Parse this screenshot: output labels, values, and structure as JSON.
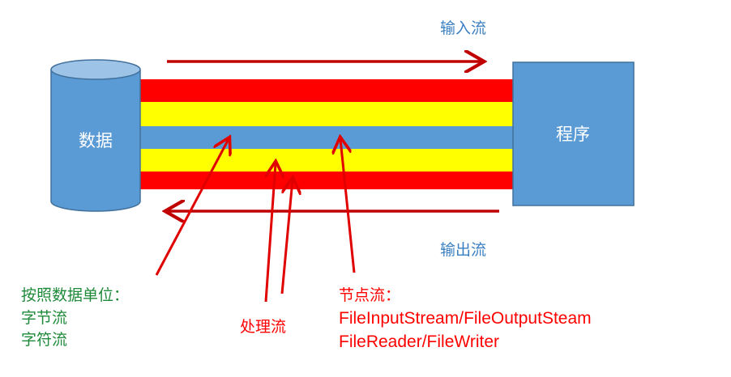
{
  "labels": {
    "input_stream": "输入流",
    "output_stream": "输出流",
    "data": "数据",
    "program": "程序",
    "by_unit_title": "按照数据单位：",
    "byte_stream": "字节流",
    "char_stream": "字符流",
    "processing_stream": "处理流",
    "node_stream_title": "节点流：",
    "node_stream_example_1": "FileInputStream/FileOutputSteam",
    "node_stream_example_2": "FileReader/FileWriter"
  },
  "colors": {
    "red": "#ff0000",
    "yellow": "#ffff00",
    "blue": "#5b9bd5",
    "dark_red_arrow": "#c00000",
    "label_blue": "#3a7fc1",
    "label_green": "#1f8a3a",
    "box_border": "#41719c"
  }
}
